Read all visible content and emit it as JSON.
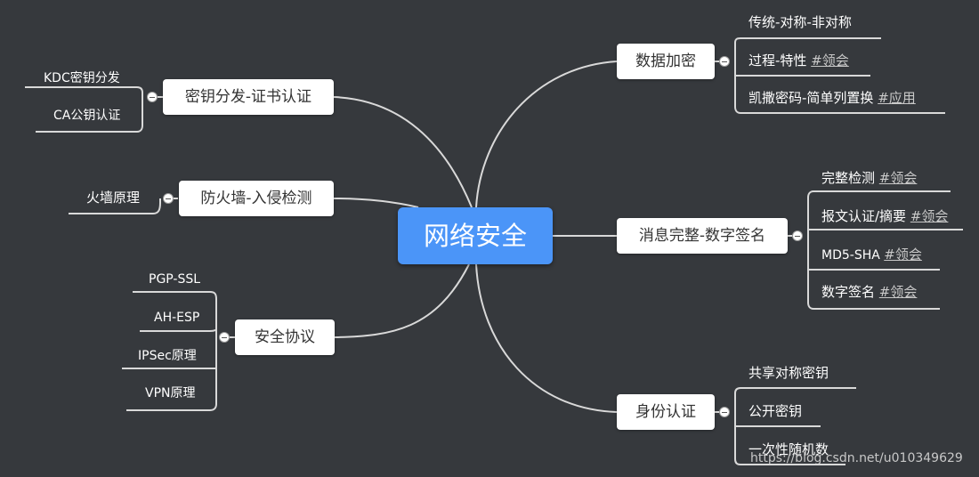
{
  "root": "网络安全",
  "branches": {
    "encryption": {
      "label": "数据加密",
      "children": [
        {
          "text": "传统-对称-非对称",
          "tag": ""
        },
        {
          "text": "过程-特性",
          "tag": "#领会"
        },
        {
          "text": "凯撒密码-简单列置换",
          "tag": "#应用"
        }
      ]
    },
    "integrity": {
      "label": "消息完整-数字签名",
      "children": [
        {
          "text": "完整检测",
          "tag": "#领会"
        },
        {
          "text": "报文认证/摘要",
          "tag": "#领会"
        },
        {
          "text": "MD5-SHA",
          "tag": "#领会"
        },
        {
          "text": "数字签名",
          "tag": "#领会"
        }
      ]
    },
    "identity": {
      "label": "身份认证",
      "children": [
        {
          "text": "共享对称密钥",
          "tag": ""
        },
        {
          "text": "公开密钥",
          "tag": ""
        },
        {
          "text": "一次性随机数",
          "tag": ""
        }
      ]
    },
    "keydist": {
      "label": "密钥分发-证书认证",
      "children": [
        {
          "text": "KDC密钥分发"
        },
        {
          "text": "CA公钥认证"
        }
      ]
    },
    "firewall": {
      "label": "防火墙-入侵检测",
      "children": [
        {
          "text": "火墙原理"
        }
      ]
    },
    "protocol": {
      "label": "安全协议",
      "children": [
        {
          "text": "PGP-SSL"
        },
        {
          "text": "AH-ESP"
        },
        {
          "text": "IPSec原理"
        },
        {
          "text": "VPN原理"
        }
      ]
    }
  },
  "watermark": "https://blog.csdn.net/u010349629",
  "colors": {
    "background": "#36393d",
    "root": "#4b95f8",
    "line": "#d9d9d9"
  }
}
